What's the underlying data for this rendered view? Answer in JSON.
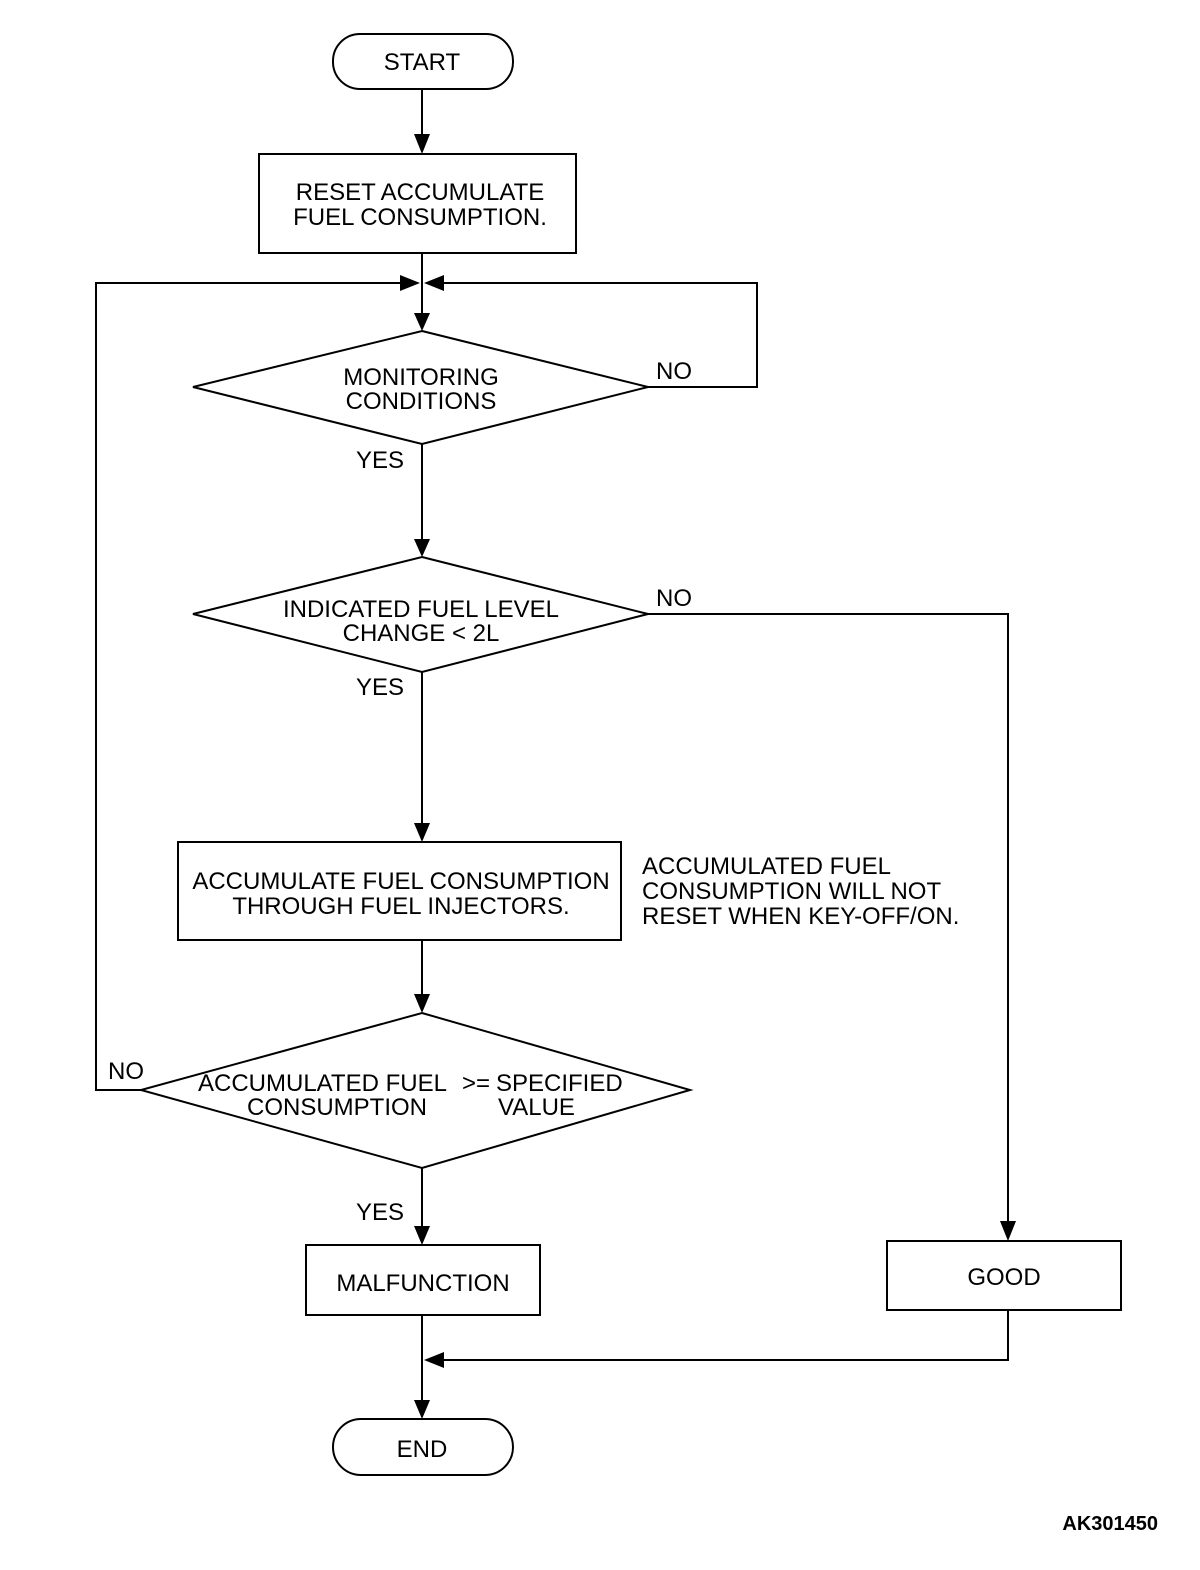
{
  "start": "START",
  "reset_box": {
    "line1": "RESET ACCUMULATE",
    "line2": "FUEL CONSUMPTION."
  },
  "monitoring": {
    "line1": "MONITORING",
    "line2": "CONDITIONS",
    "yes": "YES",
    "no": "NO"
  },
  "fuel_level": {
    "line1": "INDICATED FUEL LEVEL",
    "line2": "CHANGE < 2L",
    "yes": "YES",
    "no": "NO"
  },
  "accumulate_box": {
    "line1": "ACCUMULATE FUEL CONSUMPTION",
    "line2": "THROUGH FUEL INJECTORS."
  },
  "note": {
    "line1": "ACCUMULATED FUEL",
    "line2": "CONSUMPTION WILL NOT",
    "line3": "RESET WHEN KEY-OFF/ON."
  },
  "compare": {
    "line1a": "ACCUMULATED FUEL",
    "line1b": ">=",
    "line1c": "SPECIFIED",
    "line2a": "CONSUMPTION",
    "line2b": "VALUE",
    "yes": "YES",
    "no": "NO"
  },
  "malfunction": "MALFUNCTION",
  "good": "GOOD",
  "end": "END",
  "figure_id": "AK301450"
}
